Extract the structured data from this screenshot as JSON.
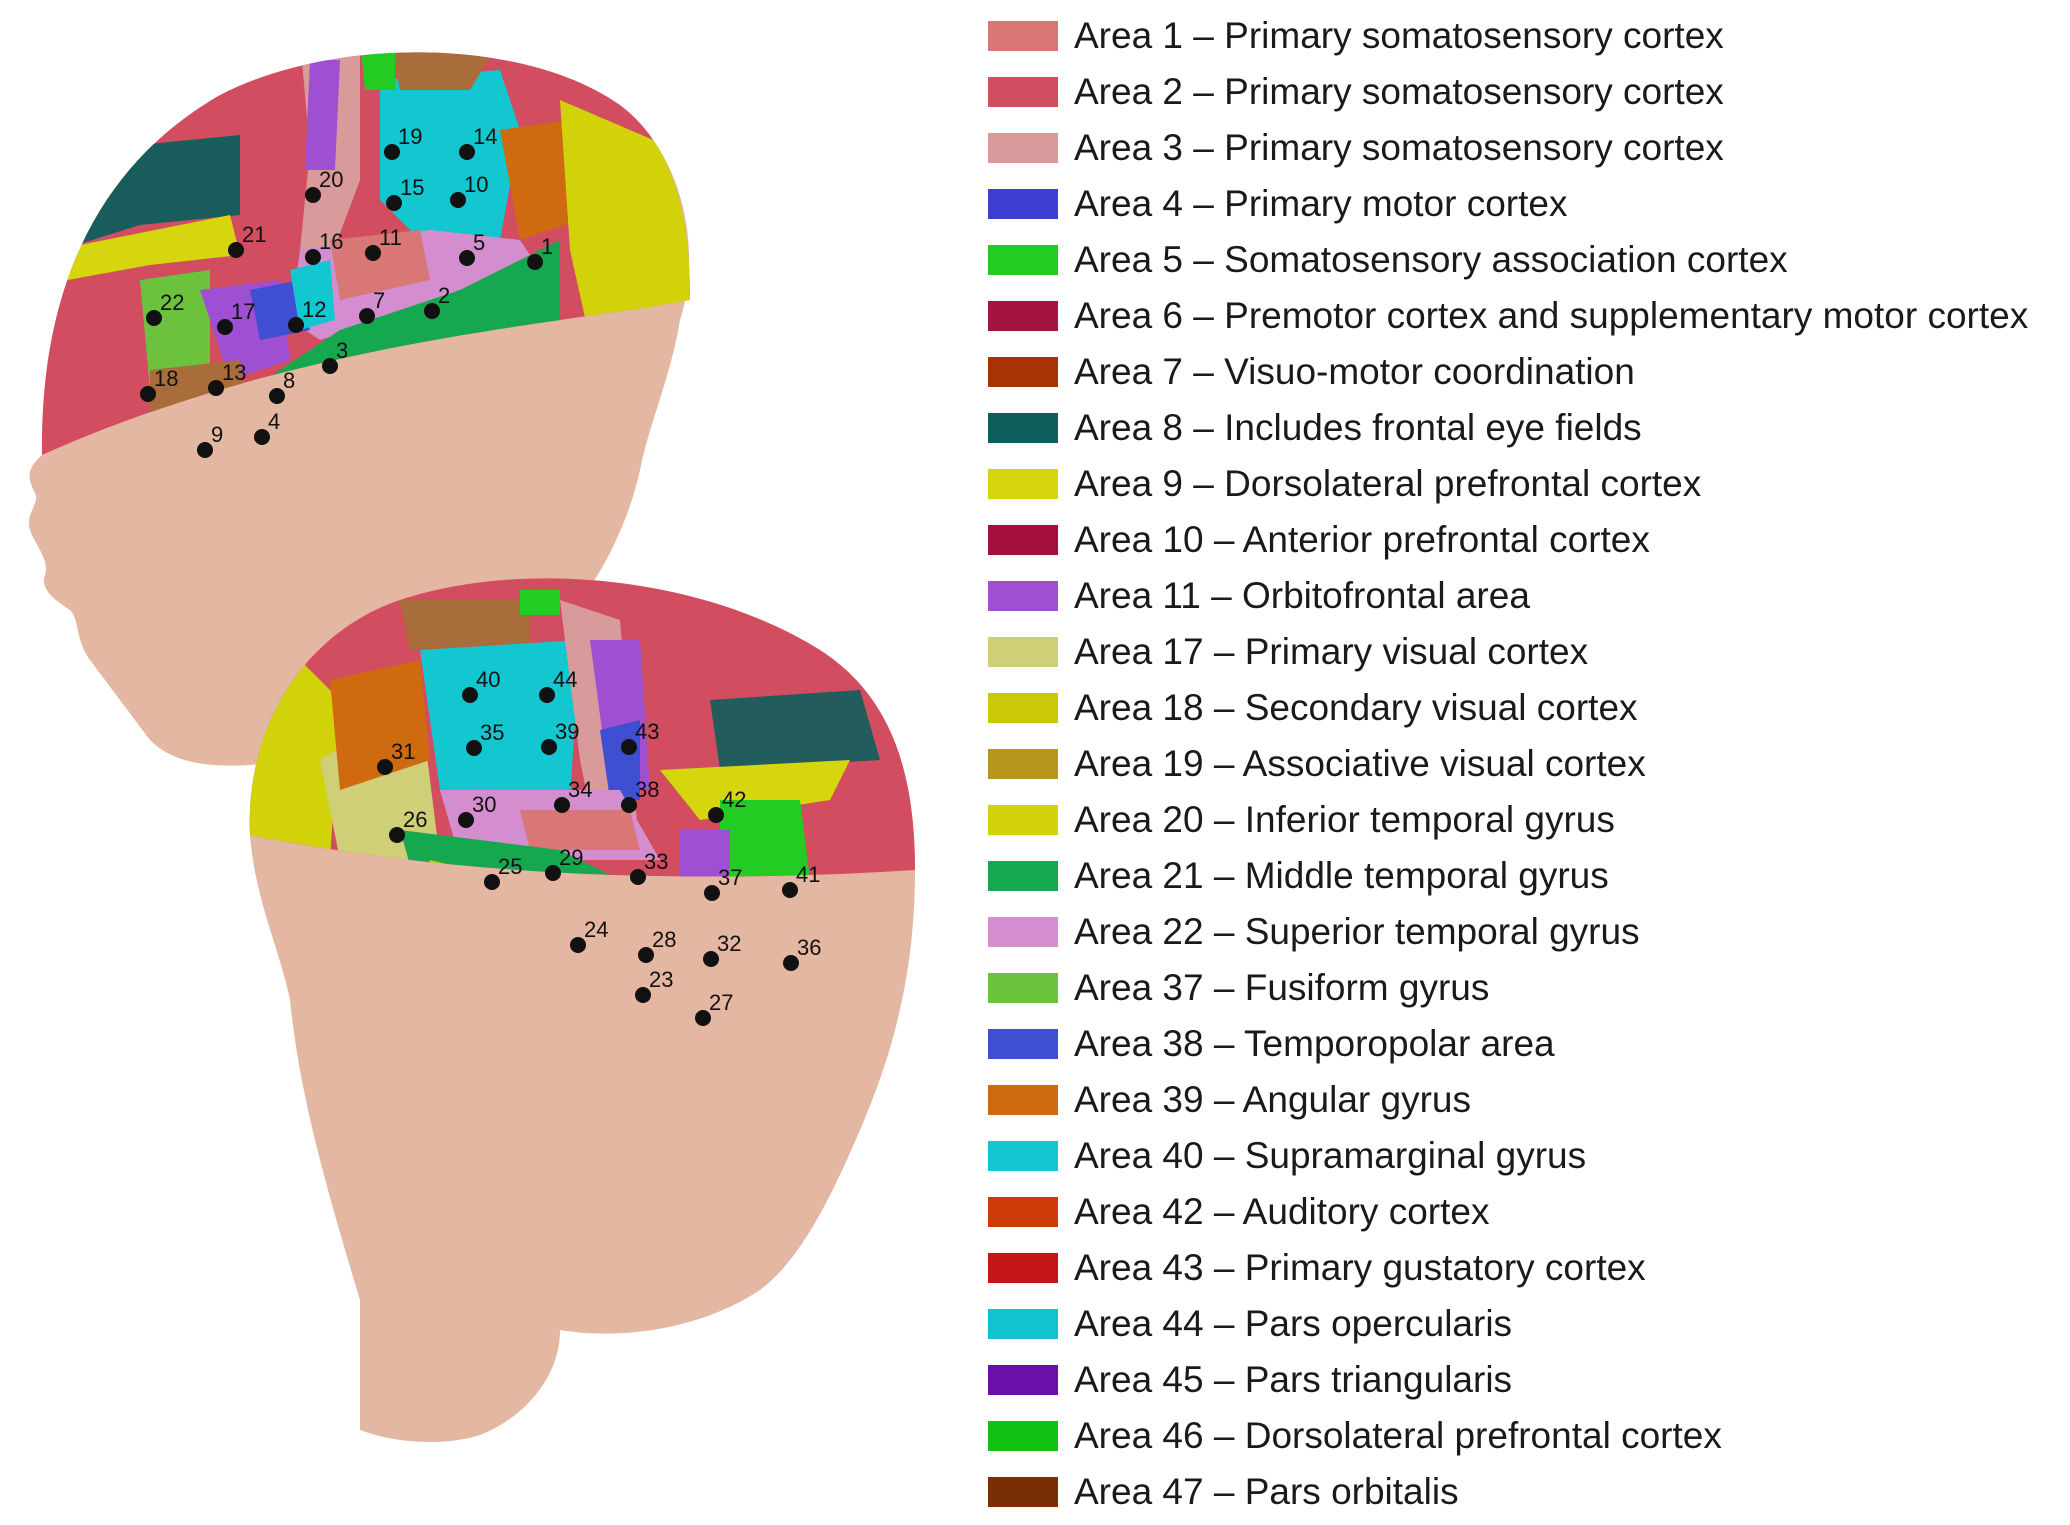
{
  "legend": [
    {
      "label": "Area 1 – Primary somatosensory cortex",
      "color": "#d97676"
    },
    {
      "label": "Area 2 – Primary somatosensory cortex",
      "color": "#d14d5f"
    },
    {
      "label": "Area 3 – Primary somatosensory cortex",
      "color": "#d89a9a"
    },
    {
      "label": "Area 4 – Primary motor cortex",
      "color": "#3e3ed0"
    },
    {
      "label": "Area 5 – Somatosensory association cortex",
      "color": "#22cc22"
    },
    {
      "label": "Area 6 – Premotor cortex and supplementary motor cortex",
      "color": "#a3143f"
    },
    {
      "label": "Area 7 – Visuo-motor coordination",
      "color": "#a63206"
    },
    {
      "label": "Area 8 – Includes frontal eye fields",
      "color": "#0e5e5c"
    },
    {
      "label": "Area 9 – Dorsolateral prefrontal cortex",
      "color": "#d6d60e"
    },
    {
      "label": "Area 10 – Anterior prefrontal cortex",
      "color": "#a3103c"
    },
    {
      "label": "Area 11 – Orbitofrontal area",
      "color": "#9f4fd1"
    },
    {
      "label": "Area 17 – Primary visual cortex",
      "color": "#cfcf78"
    },
    {
      "label": "Area 18 – Secondary visual cortex",
      "color": "#c9c90a"
    },
    {
      "label": "Area 19 – Associative visual cortex",
      "color": "#b8961e"
    },
    {
      "label": "Area 20 – Inferior temporal gyrus",
      "color": "#d2d20a"
    },
    {
      "label": "Area 21 – Middle temporal gyrus",
      "color": "#16a84e"
    },
    {
      "label": "Area 22 – Superior temporal gyrus",
      "color": "#d48ed0"
    },
    {
      "label": "Area 37 – Fusiform gyrus",
      "color": "#6cc23c"
    },
    {
      "label": "Area 38 – Temporopolar area",
      "color": "#3f4fd1"
    },
    {
      "label": "Area 39 – Angular gyrus",
      "color": "#d06a10"
    },
    {
      "label": "Area 40 – Supramarginal gyrus",
      "color": "#12c7cf"
    },
    {
      "label": "Area 42 – Auditory cortex",
      "color": "#cf3a0a"
    },
    {
      "label": "Area 43 – Primary gustatory cortex",
      "color": "#c41616"
    },
    {
      "label": "Area 44 – Pars opercularis",
      "color": "#12c3cf"
    },
    {
      "label": "Area 45 – Pars triangularis",
      "color": "#6a0fa8"
    },
    {
      "label": "Area 46 – Dorsolateral prefrontal cortex",
      "color": "#12c212"
    },
    {
      "label": "Area 47 – Pars orbitalis",
      "color": "#7a2e06"
    }
  ],
  "electrodes_head1": [
    "1",
    "2",
    "3",
    "4",
    "5",
    "8",
    "9",
    "10",
    "11",
    "12",
    "13",
    "14",
    "15",
    "16",
    "17",
    "18",
    "19",
    "20",
    "21",
    "22",
    "7"
  ],
  "electrodes_head2": [
    "23",
    "24",
    "25",
    "26",
    "27",
    "28",
    "29",
    "30",
    "31",
    "32",
    "33",
    "34",
    "35",
    "36",
    "37",
    "38",
    "39",
    "40",
    "41",
    "42",
    "43",
    "44"
  ],
  "colors": {
    "skin": "#e3b7a1"
  }
}
